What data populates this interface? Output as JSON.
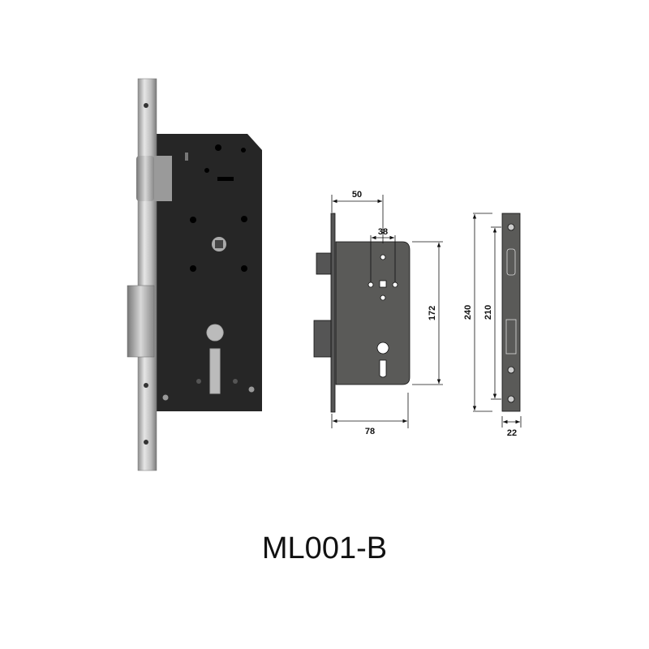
{
  "product": {
    "model": "ML001-B"
  },
  "dimensions": {
    "backset": "50",
    "handle_to_hole": "38",
    "body_height": "172",
    "faceplate_length": "240",
    "screw_distance": "210",
    "case_depth": "78",
    "faceplate_width": "22"
  },
  "colors": {
    "body": "#262626",
    "faceplate": "#c8c8c8",
    "drawing_fill": "#5a5a58"
  }
}
